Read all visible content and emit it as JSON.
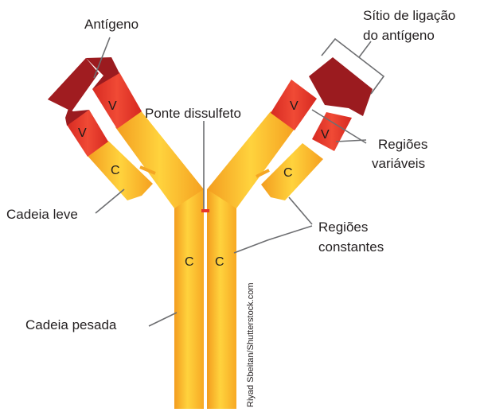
{
  "labels": {
    "antigen": "Antígeno",
    "binding_site_line1": "Sítio de ligação",
    "binding_site_line2": "do antígeno",
    "disulfide_bridge": "Ponte dissulfeto",
    "variable_regions_line1": "Regiões",
    "variable_regions_line2": "variáveis",
    "light_chain": "Cadeia leve",
    "constant_regions_line1": "Regiões",
    "constant_regions_line2": "constantes",
    "heavy_chain": "Cadeia pesada"
  },
  "segments": {
    "variable": "V",
    "constant": "C"
  },
  "credit": "Riyad Sbeitan/Shutterstock.com",
  "colors": {
    "heavy_chain": "#f5a623",
    "heavy_chain_light": "#ffd23f",
    "variable_region": "#e8352b",
    "antigen": "#9b1b1f",
    "leader_line": "#6d6e71",
    "text": "#231f20"
  }
}
